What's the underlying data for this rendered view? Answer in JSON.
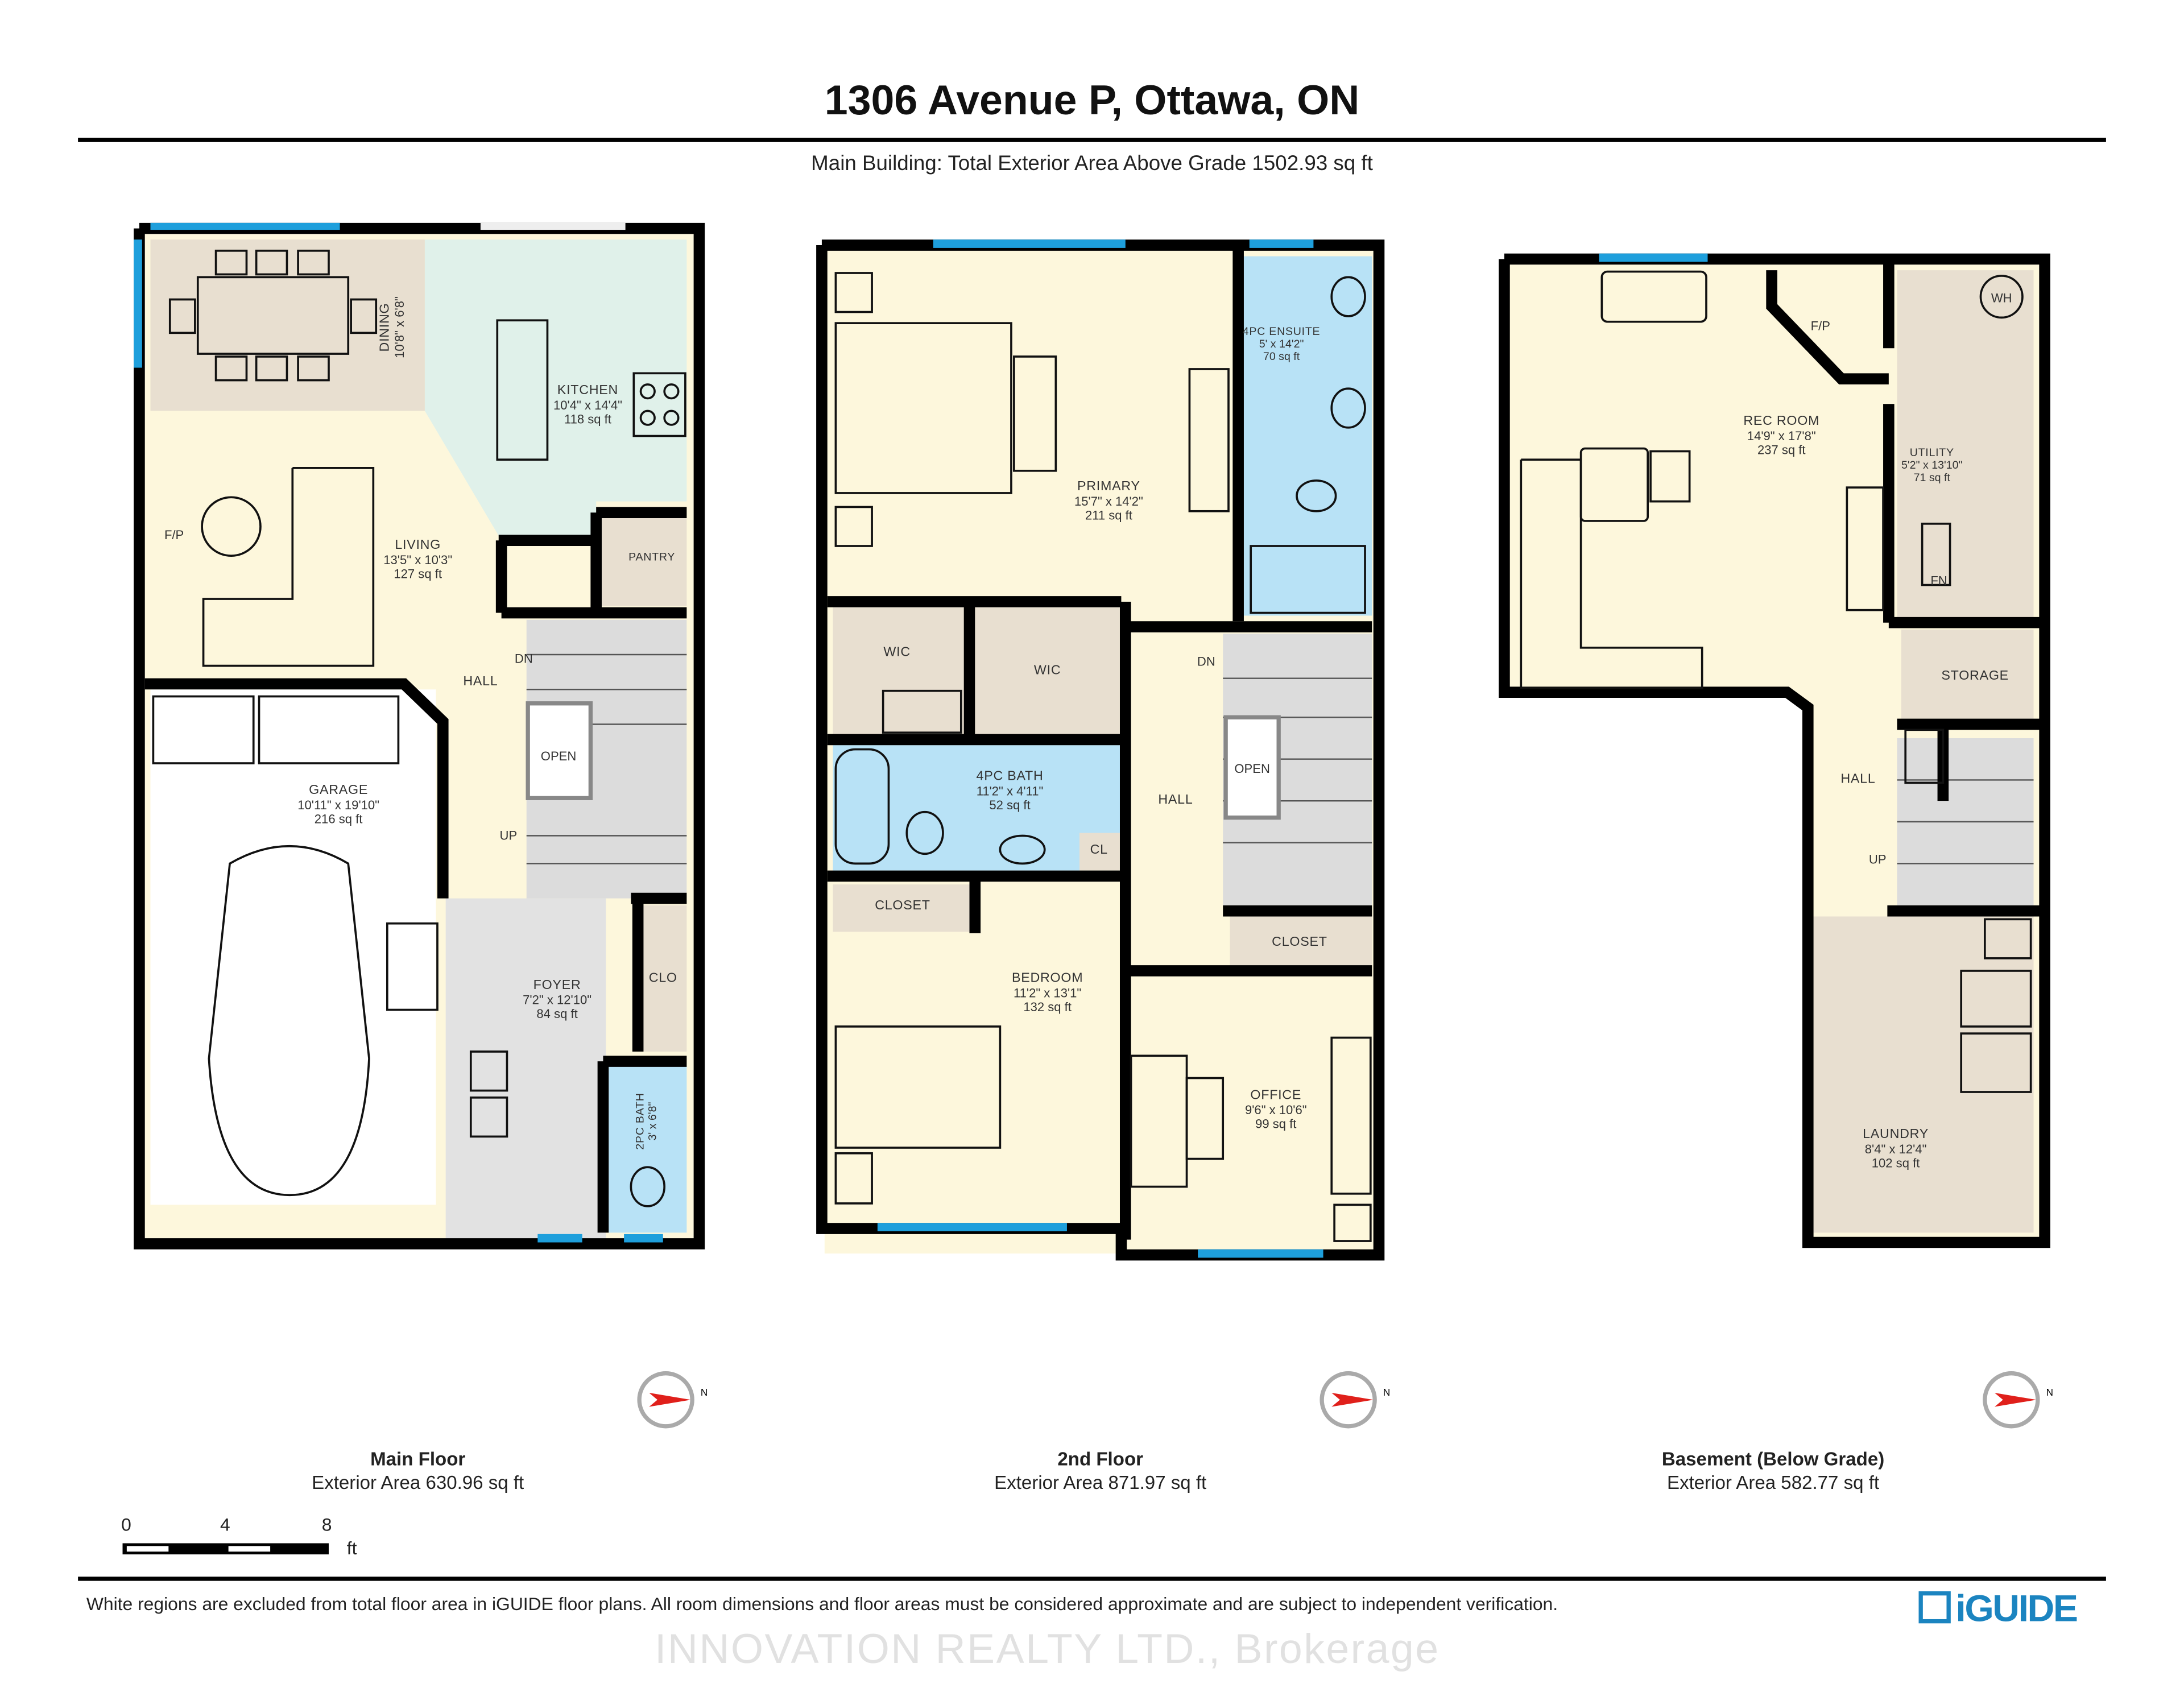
{
  "header": {
    "title": "1306 Avenue P, Ottawa, ON",
    "subtitle": "Main Building: Total Exterior Area Above Grade 1502.93 sq ft"
  },
  "floors": [
    {
      "name": "Main Floor",
      "area": "Exterior Area 630.96 sq ft",
      "rooms": [
        {
          "name": "DINING",
          "dims": "10'8\" x 6'8\""
        },
        {
          "name": "KITCHEN",
          "dims": "10'4\" x 14'4\"",
          "area": "118 sq ft"
        },
        {
          "name": "LIVING",
          "dims": "13'5\" x 10'3\"",
          "area": "127 sq ft"
        },
        {
          "name": "PANTRY"
        },
        {
          "name": "HALL"
        },
        {
          "name": "GARAGE",
          "dims": "10'11\" x 19'10\"",
          "area": "216 sq ft"
        },
        {
          "name": "FOYER",
          "dims": "7'2\" x 12'10\"",
          "area": "84 sq ft"
        },
        {
          "name": "CLO"
        },
        {
          "name": "2PC BATH",
          "dims": "3' x 6'8\""
        }
      ],
      "marks": {
        "fp": "F/P",
        "dn": "DN",
        "up": "UP",
        "open": "OPEN"
      }
    },
    {
      "name": "2nd Floor",
      "area": "Exterior Area 871.97 sq ft",
      "rooms": [
        {
          "name": "PRIMARY",
          "dims": "15'7\" x 14'2\"",
          "area": "211 sq ft"
        },
        {
          "name": "4PC ENSUITE",
          "dims": "5' x 14'2\"",
          "area": "70 sq ft"
        },
        {
          "name": "WIC"
        },
        {
          "name": "WIC"
        },
        {
          "name": "4PC BATH",
          "dims": "11'2\" x 4'11\"",
          "area": "52 sq ft"
        },
        {
          "name": "CL"
        },
        {
          "name": "HALL"
        },
        {
          "name": "CLOSET"
        },
        {
          "name": "BEDROOM",
          "dims": "11'2\" x 13'1\"",
          "area": "132 sq ft"
        },
        {
          "name": "CLOSET"
        },
        {
          "name": "OFFICE",
          "dims": "9'6\" x 10'6\"",
          "area": "99 sq ft"
        }
      ],
      "marks": {
        "dn": "DN",
        "open": "OPEN"
      }
    },
    {
      "name": "Basement (Below Grade)",
      "area": "Exterior Area 582.77 sq ft",
      "rooms": [
        {
          "name": "REC ROOM",
          "dims": "14'9\" x 17'8\"",
          "area": "237 sq ft"
        },
        {
          "name": "UTILITY",
          "dims": "5'2\" x 13'10\"",
          "area": "71 sq ft"
        },
        {
          "name": "STORAGE"
        },
        {
          "name": "HALL"
        },
        {
          "name": "LAUNDRY",
          "dims": "8'4\" x 12'4\"",
          "area": "102 sq ft"
        }
      ],
      "marks": {
        "fp": "F/P",
        "up": "UP",
        "wh": "WH",
        "fn": "FN"
      }
    }
  ],
  "scale": {
    "ticks": [
      "0",
      "4",
      "8"
    ],
    "unit": "ft"
  },
  "footer": {
    "disclaimer": "White regions are excluded from total floor area in iGUIDE floor plans. All room dimensions and floor areas must be considered approximate and are subject to independent verification.",
    "watermark": "INNOVATION REALTY LTD., Brokerage",
    "logo": "iGUIDE"
  },
  "colors": {
    "wall": "#000000",
    "window": "#1e9fdc",
    "cream": "#fdf7dc",
    "beige": "#e8dfd0",
    "blue": "#b8e2f6",
    "mint": "#e0f1ea",
    "stairs": "#dcdcdc",
    "foyer": "#e2e2e2",
    "logo": "#1b84c0"
  }
}
